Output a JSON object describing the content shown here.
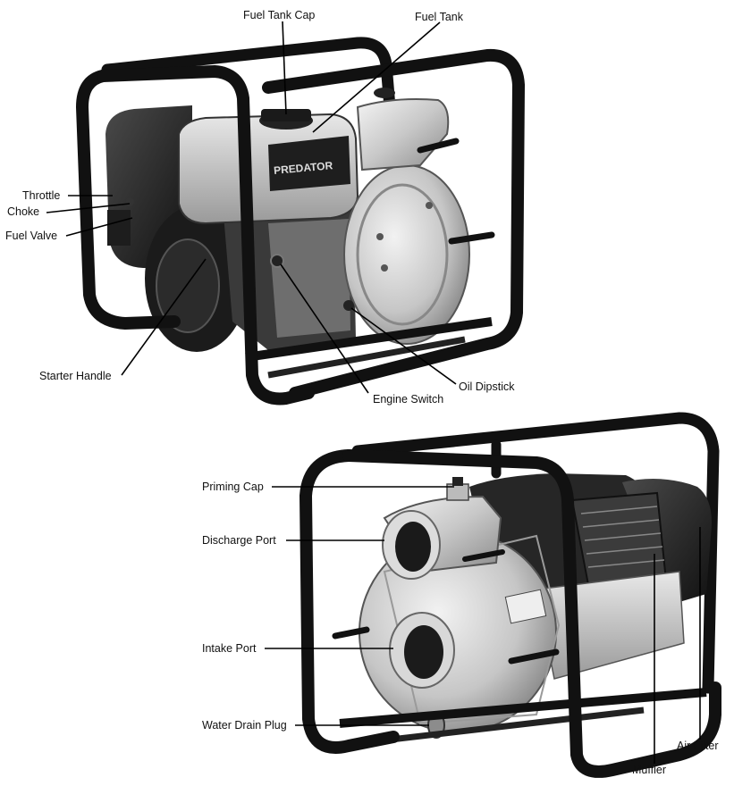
{
  "top_view": {
    "labels": {
      "fuel_tank_cap": "Fuel Tank Cap",
      "fuel_tank": "Fuel Tank",
      "throttle": "Throttle",
      "choke": "Choke",
      "fuel_valve": "Fuel Valve",
      "starter_handle": "Starter Handle",
      "engine_switch": "Engine Switch",
      "oil_dipstick": "Oil Dipstick"
    },
    "brand": "PREDATOR"
  },
  "bottom_view": {
    "labels": {
      "priming_cap": "Priming Cap",
      "discharge_port": "Discharge Port",
      "intake_port": "Intake Port",
      "water_drain_plug": "Water Drain Plug",
      "air_filter": "Air Filter",
      "muffler": "Muffler"
    }
  }
}
